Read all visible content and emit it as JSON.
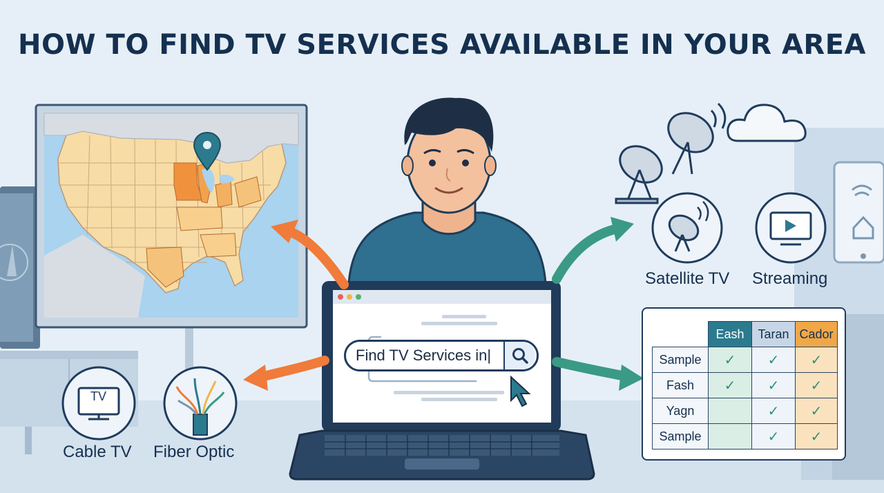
{
  "page_title": "HOW TO FIND TV SERVICES AVAILABLE IN YOUR AREA",
  "search": {
    "value": "Find TV Services in",
    "caret": "|",
    "icon": "magnifier-icon"
  },
  "services": {
    "cable": {
      "label": "Cable TV",
      "icon_text": "TV",
      "icon": "tv-icon"
    },
    "fiber": {
      "label": "Fiber Optic",
      "icon": "fiber-cable-icon"
    },
    "satellite": {
      "label": "Satellite TV",
      "icon": "satellite-dish-icon"
    },
    "streaming": {
      "label": "Streaming",
      "icon": "play-screen-icon"
    }
  },
  "comparison_table": {
    "columns": [
      "Eash",
      "Taran",
      "Cador"
    ],
    "rows": [
      {
        "name": "Sample",
        "checks": [
          true,
          true,
          true
        ]
      },
      {
        "name": "Fash",
        "checks": [
          true,
          true,
          true
        ]
      },
      {
        "name": "Yagn",
        "checks": [
          false,
          true,
          true
        ]
      },
      {
        "name": "Sample",
        "checks": [
          false,
          true,
          true
        ]
      }
    ],
    "check_mark": "✓"
  },
  "colors": {
    "navy": "#203c5e",
    "orange_arrow": "#f07b3a",
    "teal_arrow": "#3a9a86",
    "map_water": "#a9d3ef",
    "map_land": "#f7dca6",
    "map_highlight": "#f0913e"
  }
}
